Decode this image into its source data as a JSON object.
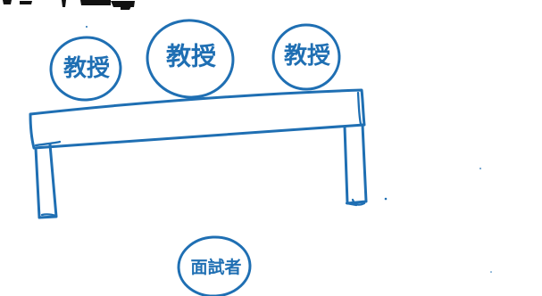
{
  "diagram": {
    "top_fragment": "",
    "professors": [
      {
        "label": "教授"
      },
      {
        "label": "教授"
      },
      {
        "label": "教授"
      }
    ],
    "interviewee": {
      "label": "面試者"
    },
    "colors": {
      "ink": "#1f6fb3",
      "paper": "#ffffff"
    }
  }
}
